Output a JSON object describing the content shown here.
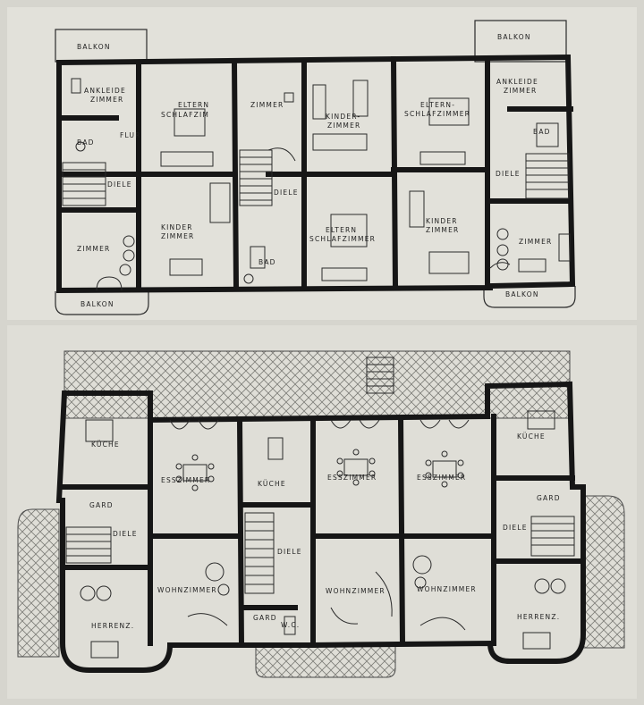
{
  "plans": {
    "upper_floor": {
      "labels": {
        "balkon_tl": "BALKON",
        "balkon_tr": "BALKON",
        "balkon_bl": "BALKON",
        "balkon_br": "BALKON",
        "ankleide_l1": "ANKLEIDE",
        "ankleide_l2": "ZIMMER",
        "eltern_l1": "ELTERN",
        "eltern_l2": "SCHLAFZIM",
        "bad_l": "BAD",
        "flur_l": "FLUR",
        "diele_l": "DIELE",
        "kinder_l1": "KINDER",
        "kinder_l2": "ZIMMER",
        "zimmer_bl": "ZIMMER",
        "zimmer_mid": "ZIMMER",
        "kinder_mid1": "KINDER-",
        "kinder_mid2": "ZIMMER",
        "diele_mid": "DIELE",
        "bad_mid": "BAD",
        "eltern_mid1": "ELTERN",
        "eltern_mid2": "SCHLAFZIMMER",
        "eltern_r1": "ELTERN-",
        "eltern_r2": "SCHLAFZIMMER",
        "ankleide_r1": "ANKLEIDE",
        "ankleide_r2": "ZIMMER",
        "bad_r": "BAD",
        "diele_r": "DIELE",
        "kinder_r1": "KINDER",
        "kinder_r2": "ZIMMER",
        "zimmer_r": "ZIMMER"
      }
    },
    "ground_floor": {
      "labels": {
        "kueche_l": "KÜCHE",
        "esszimmer_l": "ESSZIMMER",
        "gard_l": "GARD",
        "diele_l": "DIELE",
        "wohnzimmer_l": "WOHNZIMMER",
        "herrenz_l": "HERRENZ.",
        "kueche_mid": "KÜCHE",
        "esszimmer_mid": "ESSZIMMER",
        "diele_mid": "DIELE",
        "wohnzimmer_mid": "WOHNZIMMER",
        "gard_mid": "GARD",
        "wc_mid": "W.C.",
        "esszimmer_r": "ESSZIMMER",
        "kueche_r": "KÜCHE",
        "gard_r": "GARD",
        "diele_r": "DIELE",
        "wohnzimmer_r": "WOHNZIMMER",
        "herrenz_r": "HERRENZ."
      }
    }
  }
}
